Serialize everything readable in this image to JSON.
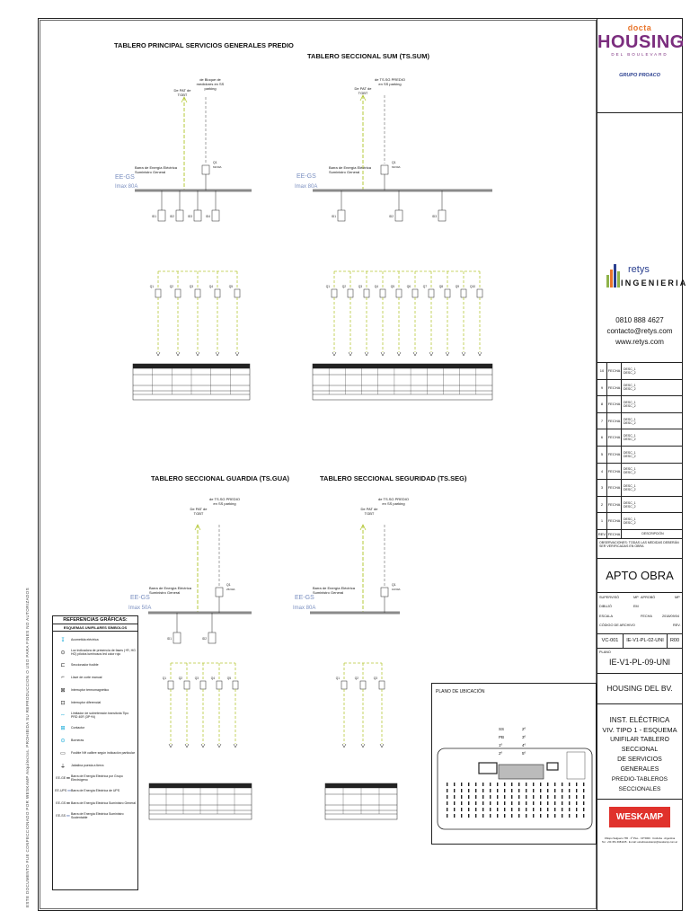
{
  "vertical_note": "ESTE DOCUMENTO FUE CONFECCIONADO POR WESKAMP Arquitectos. PROHIBIDA SU REPRODUCCION O USO PARA FINES NO AUTORIZADOS",
  "panels": {
    "p1": {
      "title": "TABLERO PRINCIPAL SERVICIOS GENERALES PREDIO",
      "busbar_label": "Barra de Energía Eléctrica Suministro General",
      "ee_label": "EE-GS",
      "imax": "Imax 80A",
      "source_a": "De PAT de TGBT",
      "source_b": "de Bloque de medidores en SS parking",
      "main_breaker": "Q1",
      "main_rating": "63/30A",
      "diff": [
        "ID1",
        "ID2",
        "ID3",
        "ID4"
      ],
      "breakers": [
        "Q1",
        "Q2",
        "Q3",
        "Q4",
        "Q5"
      ]
    },
    "p2": {
      "title": "TABLERO SECCIONAL SUM (TS.SUM)",
      "busbar_label": "Barra de Energía Eléctrica Suministro General",
      "ee_label": "EE-GS",
      "imax": "Imax 80A",
      "source_a": "De PAT de TGBT",
      "source_b": "de TS.SG PREDIO en SS parking",
      "main_breaker": "Q1",
      "main_rating": "63/30A",
      "diff": [
        "ID1",
        "ID2",
        "ID3"
      ],
      "breakers": [
        "Q1",
        "Q2",
        "Q3",
        "Q4",
        "Q5",
        "Q6",
        "Q7",
        "Q8",
        "Q9",
        "Q10"
      ]
    },
    "p3": {
      "title": "TABLERO SECCIONAL  GUARDIA (TS.GUA)",
      "busbar_label": "Barra de Energía Eléctrica Suministro General",
      "ee_label": "EE-GS",
      "imax": "Imax 50A",
      "source_a": "De PAT de TGBT",
      "source_b": "de TS.SG PREDIO en SS parking",
      "main_breaker": "Q1",
      "main_rating": "25/30A",
      "diff": [
        "ID1",
        "ID2"
      ],
      "breakers": [
        "Q1",
        "Q2",
        "Q3",
        "Q4",
        "Q5"
      ]
    },
    "p4": {
      "title": "TABLERO SECCIONAL  SEGURIDAD (TS.SEG)",
      "busbar_label": "Barra de Energía Eléctrica Suministro General",
      "ee_label": "EE-GS",
      "imax": "Imax 80A",
      "source_a": "De PAT de TGBT",
      "source_b": "de TS.SG PREDIO en SS parking",
      "main_breaker": "Q1",
      "main_rating": "10/30A",
      "diff": [],
      "breakers": [
        "Q1",
        "Q2",
        "Q3"
      ]
    }
  },
  "legend": {
    "title": "REFERENCIAS GRÁFICAS:",
    "subtitle": "ESQUEMAS UNIFILARES SÍMBOLOS",
    "items": [
      "Acometida eléctrica",
      "Luz indicadora de presencia de fases (+R, HG HG) pilotos luminosos led color rojo",
      "Seccionador fusible",
      "Llave de corte manual",
      "Interruptor termomagnético",
      "Interruptor diferencial",
      "Limitador de sobretensión transitoria Tipo PRD 40R (3P+N)",
      "Contactor",
      "Borneras",
      "Fusible NH calibre según indicación particular",
      "Jabalina puesta a tierra",
      "Barra de Energía Eléctrica por Grupo Electrógeno",
      "Barra de Energía Eléctrica de UPS",
      "Barra de Energía Eléctrica Suministro General",
      "Barra de Energía Eléctrica Suministro Sustentable"
    ],
    "codes": [
      "EE-GE",
      "EE-UPS",
      "EE-GS",
      "EE-SS"
    ]
  },
  "location": {
    "title": "PLANO DE UBICACIÓN",
    "floors_left": [
      "SS",
      "PB",
      "1º",
      "2º"
    ],
    "floors_right": [
      "2º",
      "3º",
      "4º",
      "5º"
    ]
  },
  "titleblock": {
    "brand_top": "docta",
    "brand_main": "HOUSING",
    "brand_sub": "DEL BOULEVARD",
    "brand_group": "GRUPO PROACO",
    "engineering_name": "retys",
    "engineering_sub": "INGENIERIA",
    "phone": "0810 888 4627",
    "email": "contacto@retys.com",
    "web": "www.retys.com",
    "revisions": [
      {
        "n": "10",
        "fecha": "FECHA",
        "d1": "DESC_1",
        "d2": "DESC_2"
      },
      {
        "n": "9",
        "fecha": "FECHA",
        "d1": "DESC_1",
        "d2": "DESC_2"
      },
      {
        "n": "8",
        "fecha": "FECHA",
        "d1": "DESC_1",
        "d2": "DESC_2"
      },
      {
        "n": "7",
        "fecha": "FECHA",
        "d1": "DESC_1",
        "d2": "DESC_2"
      },
      {
        "n": "6",
        "fecha": "FECHA",
        "d1": "DESC_1",
        "d2": "DESC_2"
      },
      {
        "n": "5",
        "fecha": "FECHA",
        "d1": "DESC_1",
        "d2": "DESC_2"
      },
      {
        "n": "4",
        "fecha": "FECHA",
        "d1": "DESC_1",
        "d2": "DESC_2"
      },
      {
        "n": "3",
        "fecha": "FECHA",
        "d1": "DESC_1",
        "d2": "DESC_2"
      },
      {
        "n": "2",
        "fecha": "FECHA",
        "d1": "DESC_1",
        "d2": "DESC_2"
      },
      {
        "n": "1",
        "fecha": "FECHA",
        "d1": "DESC_1",
        "d2": "DESC_2"
      }
    ],
    "rev_header": {
      "n": "REV",
      "fecha": "FECHA",
      "desc": "DESCRIPCIÓN"
    },
    "observations": "OBSERVACIONES: TODAS LAS MEDIDAS DEBERÁN SER VERIFICADAS EN OBRA",
    "status": "APTO OBRA",
    "supervisor_label": "SUPERVISÓ",
    "supervisor_val": "MP",
    "approved_label": "APROBÓ",
    "approved_val": "MP",
    "drawn_label": "DIBUJÓ",
    "drawn_val": "EM",
    "scale_label": "ESCALA",
    "date_label": "FECHA",
    "date_val": "2018/09/04",
    "file_label": "CÓDIGO DE ARCHIVO",
    "rev_label": "REV.",
    "code1": "VC-001",
    "code2": "IE-V1-PL-02-UNI",
    "code3": "R00",
    "plan_label": "PLANO",
    "plan_code": "IE-V1-PL-09-UNI",
    "project": "HOUSING DEL BV.",
    "desc_lines": [
      "INST. ELÉCTRICA",
      "VIV. TIPO 1 - ESQUEMA",
      "UNIFILAR TABLERO SECCIONAL",
      "DE SERVICIOS GENERALES",
      "PREDIO-TABLEROS SECCIONALES"
    ],
    "architect": "WESKAMP",
    "architect_address": "Obispo Salguero 765 · 1º Piso · CP 5000 · Córdoba · Argentina",
    "architect_contact": "Tel.: +54 351 4681135 · E-mail: estudioweskamp@weskamp.com.ar"
  },
  "colors": {
    "line_green": "#b6c93a",
    "busbar": "#8a8a8a",
    "ee_blue": "#7a8fc0",
    "housing_purple": "#7b2d7e",
    "docta_orange": "#e8742a",
    "weskamp_red": "#e0322c"
  }
}
